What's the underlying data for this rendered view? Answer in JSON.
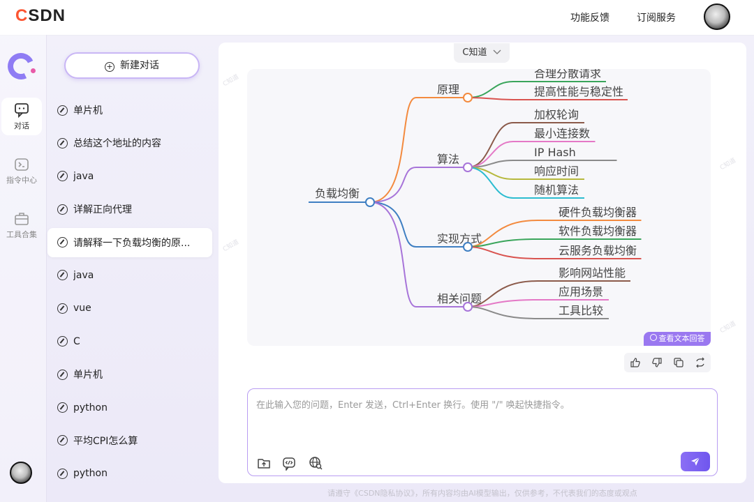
{
  "header": {
    "logo": "CSDN",
    "nav": [
      "功能反馈",
      "订阅服务"
    ]
  },
  "rail": {
    "items": [
      {
        "label": "对话",
        "icon": "chat-icon",
        "active": true
      },
      {
        "label": "指令中心",
        "icon": "terminal-icon",
        "active": false
      },
      {
        "label": "工具合集",
        "icon": "toolbox-icon",
        "active": false
      }
    ]
  },
  "sidebar": {
    "new_chat": "新建对话",
    "chats": [
      {
        "label": "单片机"
      },
      {
        "label": "总结这个地址的内容"
      },
      {
        "label": "java"
      },
      {
        "label": "详解正向代理"
      },
      {
        "label": "请解释一下负载均衡的原...",
        "active": true
      },
      {
        "label": "java"
      },
      {
        "label": "vue"
      },
      {
        "label": "C"
      },
      {
        "label": "单片机"
      },
      {
        "label": "python"
      },
      {
        "label": "平均CPI怎么算"
      },
      {
        "label": "python"
      }
    ]
  },
  "main": {
    "model": "C知道",
    "view_text": "查看文本回答",
    "input_placeholder": "在此输入您的问题，Enter 发送，Ctrl+Enter 换行。使用 \"/\" 唤起快捷指令。",
    "footer": "请遵守《CSDN隐私协议》，所有内容均由AI模型输出，仅供参考，不代表我们的态度或观点"
  },
  "mindmap": {
    "root": "负载均衡",
    "branches": [
      {
        "label": "原理",
        "color": "#f38a3e",
        "children": [
          {
            "label": "合理分散请求",
            "color": "#3aa55b"
          },
          {
            "label": "提高性能与稳定性",
            "color": "#d9534f"
          }
        ]
      },
      {
        "label": "算法",
        "color": "#a774d9",
        "children": [
          {
            "label": "加权轮询",
            "color": "#8b5a4a"
          },
          {
            "label": "最小连接数",
            "color": "#e478c6"
          },
          {
            "label": "IP Hash",
            "color": "#8a8a8a"
          },
          {
            "label": "响应时间",
            "color": "#b6b83c"
          },
          {
            "label": "随机算法",
            "color": "#2cbcd0"
          }
        ]
      },
      {
        "label": "实现方式",
        "color": "#3f7fc2",
        "children": [
          {
            "label": "硬件负载均衡器",
            "color": "#f38a3e"
          },
          {
            "label": "软件负载均衡器",
            "color": "#3aa55b"
          },
          {
            "label": "云服务负载均衡",
            "color": "#d9534f"
          }
        ]
      },
      {
        "label": "相关问题",
        "color": "#a774d9",
        "children": [
          {
            "label": "影响网站性能",
            "color": "#8b5a4a"
          },
          {
            "label": "应用场景",
            "color": "#e478c6"
          },
          {
            "label": "工具比较",
            "color": "#8a8a8a"
          }
        ]
      }
    ]
  }
}
